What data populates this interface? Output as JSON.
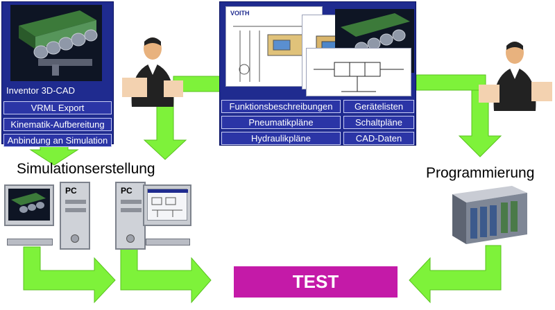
{
  "left_panel": {
    "items": [
      "Inventor 3D-CAD",
      "VRML Export",
      "Kinematik-Aufbereitung",
      "Anbindung an Simulation"
    ]
  },
  "center_panel": {
    "doc_brand": "VOITH",
    "rows": [
      [
        "Funktionsbeschreibungen",
        "Gerätelisten"
      ],
      [
        "Pneumatikpläne",
        "Schaltpläne"
      ],
      [
        "Hydraulikpläne",
        "CAD-Daten"
      ]
    ]
  },
  "labels": {
    "simulation": "Simulationserstellung",
    "programming": "Programmierung",
    "test": "TEST"
  },
  "computers": {
    "pc_label": "PC"
  },
  "colors": {
    "arrow_green": "#7ef23a",
    "panel_navy": "#1f2b8f",
    "test_magenta": "#c41aa8"
  }
}
